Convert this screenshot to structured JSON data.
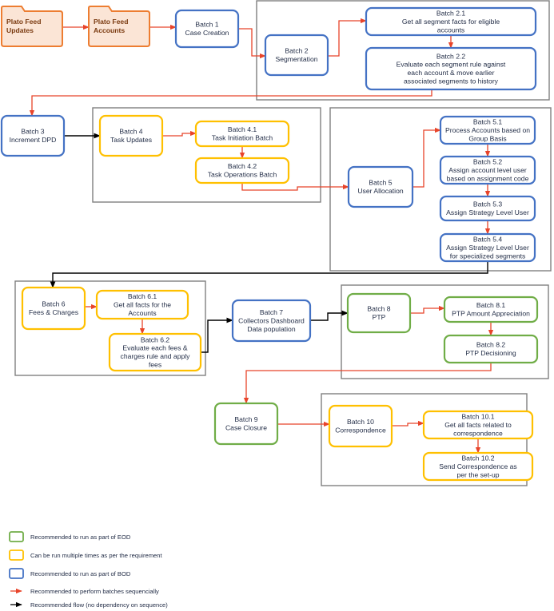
{
  "colors": {
    "eod": "#70ad47",
    "bod": "#4472c4",
    "multi": "#ffc000",
    "folder_stroke": "#ed7d31",
    "folder_fill": "#fbe5d6",
    "seq_arrow": "#e8442a",
    "flow_arrow": "#000000",
    "group_stroke": "#7f7f7f",
    "text": "#1f2a44"
  },
  "nodes": [
    {
      "id": "plato_updates",
      "kind": "folder",
      "lines": [
        "Plato Feed",
        "Updates"
      ]
    },
    {
      "id": "plato_accounts",
      "kind": "folder",
      "lines": [
        "Plato Feed",
        "Accounts"
      ]
    },
    {
      "id": "b1",
      "kind": "bod",
      "lines": [
        "Batch 1",
        "Case Creation"
      ]
    },
    {
      "id": "b2",
      "kind": "bod",
      "lines": [
        "Batch 2",
        "Segmentation"
      ]
    },
    {
      "id": "b2_1",
      "kind": "bod",
      "lines": [
        "Batch 2.1",
        "Get all segment facts for eligible",
        "accounts"
      ]
    },
    {
      "id": "b2_2",
      "kind": "bod",
      "lines": [
        "Batch 2.2",
        "Evaluate each segment rule against",
        "each account & move earlier",
        "associated segments to history"
      ]
    },
    {
      "id": "b3",
      "kind": "bod",
      "lines": [
        "Batch 3",
        "Increment DPD"
      ]
    },
    {
      "id": "b4",
      "kind": "multi",
      "lines": [
        "Batch 4",
        "Task Updates"
      ]
    },
    {
      "id": "b4_1",
      "kind": "multi",
      "lines": [
        "Batch 4.1",
        "Task Initiation Batch"
      ]
    },
    {
      "id": "b4_2",
      "kind": "multi",
      "lines": [
        "Batch 4.2",
        "Task Operations Batch"
      ]
    },
    {
      "id": "b5",
      "kind": "bod",
      "lines": [
        "Batch 5",
        "User Allocation"
      ]
    },
    {
      "id": "b5_1",
      "kind": "bod",
      "lines": [
        "Batch 5.1",
        "Process Accounts based on",
        "Group Basis"
      ]
    },
    {
      "id": "b5_2",
      "kind": "bod",
      "lines": [
        "Batch 5.2",
        "Assign account level user",
        "based on assignment code"
      ]
    },
    {
      "id": "b5_3",
      "kind": "bod",
      "lines": [
        "Batch 5.3",
        "Assign Strategy Level User"
      ]
    },
    {
      "id": "b5_4",
      "kind": "bod",
      "lines": [
        "Batch 5.4",
        "Assign Strategy Level User",
        "for specialized segments"
      ]
    },
    {
      "id": "b6",
      "kind": "multi",
      "lines": [
        "Batch 6",
        "Fees & Charges"
      ]
    },
    {
      "id": "b6_1",
      "kind": "multi",
      "lines": [
        "Batch 6.1",
        "Get all facts for the",
        "Accounts"
      ]
    },
    {
      "id": "b6_2",
      "kind": "multi",
      "lines": [
        "Batch 6.2",
        "Evaluate each fees &",
        "charges rule and apply",
        "fees"
      ]
    },
    {
      "id": "b7",
      "kind": "bod",
      "lines": [
        "Batch 7",
        "Collectors Dashboard",
        "Data population"
      ]
    },
    {
      "id": "b8",
      "kind": "eod",
      "lines": [
        "Batch 8",
        "PTP"
      ]
    },
    {
      "id": "b8_1",
      "kind": "eod",
      "lines": [
        "Batch 8.1",
        "PTP Amount Appreciation"
      ]
    },
    {
      "id": "b8_2",
      "kind": "eod",
      "lines": [
        "Batch 8.2",
        "PTP Decisioning"
      ]
    },
    {
      "id": "b9",
      "kind": "eod",
      "lines": [
        "Batch 9",
        "Case Closure"
      ]
    },
    {
      "id": "b10",
      "kind": "multi",
      "lines": [
        "Batch 10",
        "Correspondence"
      ]
    },
    {
      "id": "b10_1",
      "kind": "multi",
      "lines": [
        "Batch 10.1",
        "Get all facts related to",
        "correspondence"
      ]
    },
    {
      "id": "b10_2",
      "kind": "multi",
      "lines": [
        "Batch 10.2",
        "Send Correspondence as",
        "per the set-up"
      ]
    }
  ],
  "legend": [
    {
      "kind": "eod",
      "label": "Recommended to run as part of EOD"
    },
    {
      "kind": "multi",
      "label": "Can be run multiple times as per the requirement"
    },
    {
      "kind": "bod",
      "label": "Recommended to run as part of BOD"
    },
    {
      "kind": "seq",
      "label": "Recommended to perform batches sequencially"
    },
    {
      "kind": "flow",
      "label": "Recommended flow (no dependency on sequence)"
    }
  ]
}
